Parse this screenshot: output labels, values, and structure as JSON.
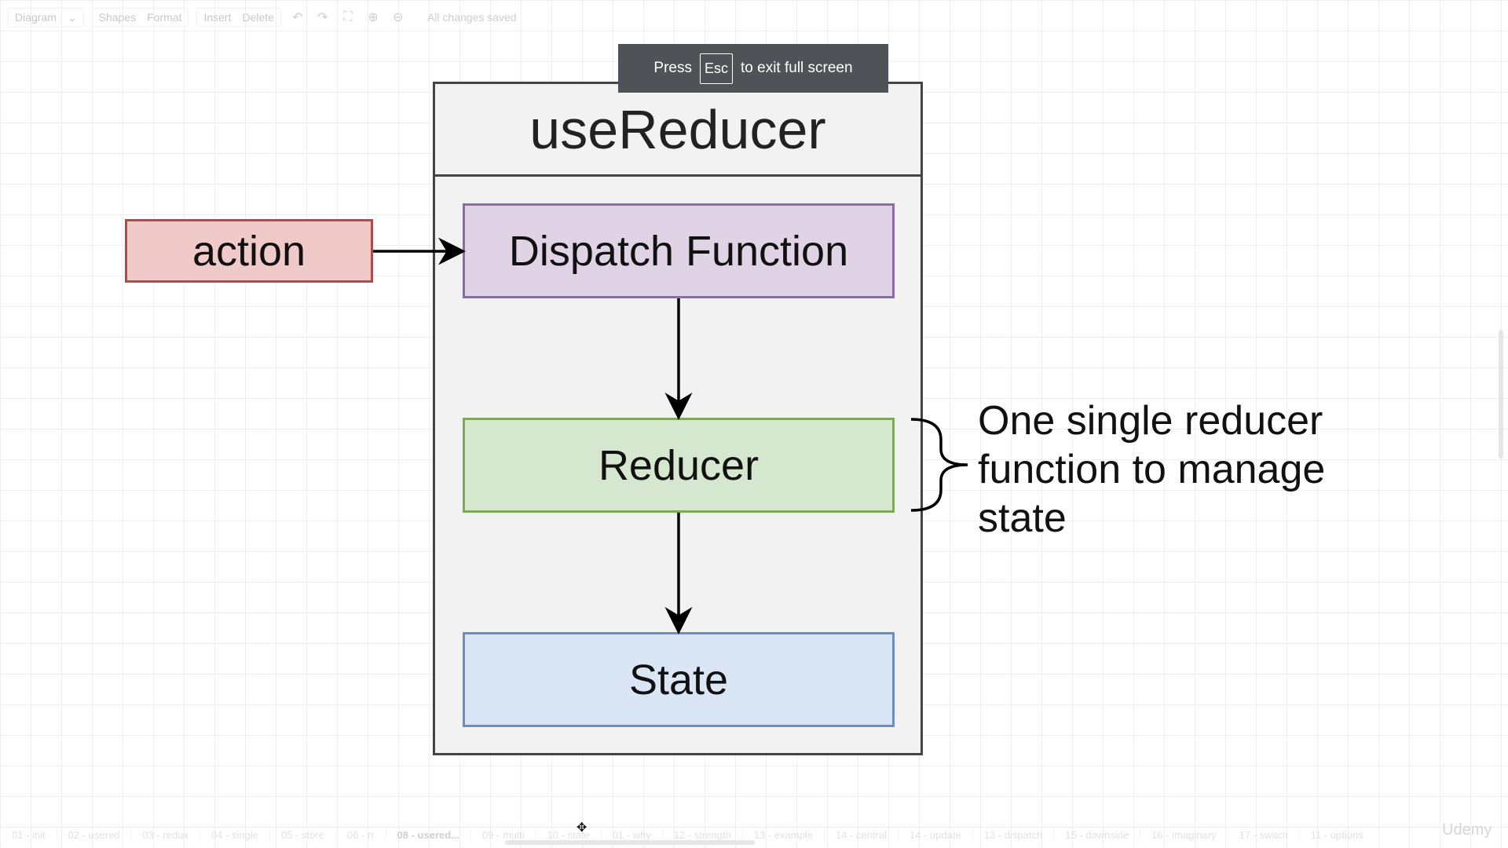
{
  "toolbar": {
    "diagram_label": "Diagram",
    "shapes_label": "Shapes",
    "format_label": "Format",
    "insert_label": "Insert",
    "delete_label": "Delete",
    "status": "All changes saved",
    "icons": [
      "undo-icon",
      "redo-icon",
      "fullscreen-icon",
      "zoom-in-icon",
      "zoom-out-icon"
    ]
  },
  "fullscreen_banner": {
    "press": "Press",
    "key": "Esc",
    "rest": "to exit full screen"
  },
  "diagram": {
    "container_title": "useReducer",
    "action": "action",
    "dispatch": "Dispatch Function",
    "reducer": "Reducer",
    "state": "State",
    "note": "One single reducer\nfunction to manage\nstate"
  },
  "page_tabs": [
    "01 - init",
    "02 - usered",
    "03 - redux",
    "04 - single",
    "05 - store",
    "06 - rr",
    "08 - usered...",
    "09 - multi",
    "10 - state",
    "01 - why",
    "12 - strength",
    "13 - example",
    "14 - central",
    "14 - update",
    "13 - dispatch",
    "15 - downside",
    "16 - imaginary",
    "17 - switch",
    "11 - options"
  ],
  "active_tab_index": 6,
  "watermark": "Udemy",
  "colors": {
    "action_fill": "#f0c9c9",
    "dispatch_fill": "#e0d3e6",
    "reducer_fill": "#d6e7cf",
    "state_fill": "#dae6f6",
    "container_fill": "#f2f2f2"
  }
}
